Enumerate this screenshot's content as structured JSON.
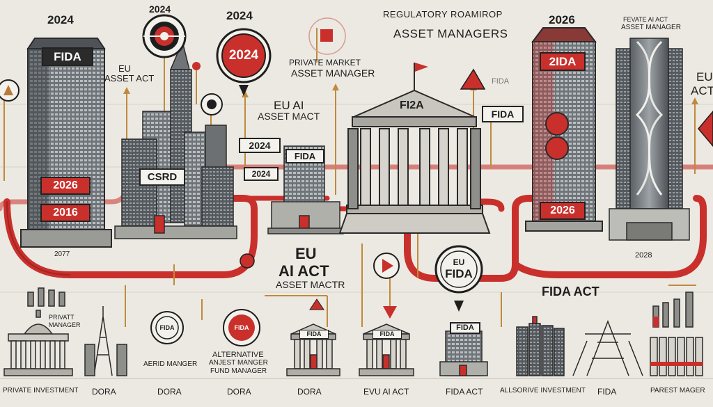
{
  "header": {
    "title_line1": "REGULATORY ROAMIROP",
    "title_line2": "ASSET MANAGERS"
  },
  "years": {
    "top_left": "2024",
    "top_center_left": "2024",
    "top_center": "2024",
    "top_right": "2026",
    "badge_2024": "2024",
    "tag_2024_a": "2024",
    "tag_2024_b": "2024",
    "tower_left_2026": "2026",
    "tower_left_2016": "2016",
    "path_2077": "2077",
    "tower_right_2026": "2026",
    "path_2028": "2028"
  },
  "labels": {
    "eu_asset_act_line1": "EU",
    "eu_asset_act_line2": "ASSET ACT",
    "private_market_line1": "PRIVATE MARKET",
    "private_market_line2": "ASSET MANAGER",
    "eu_ai_asset_mact_line1": "EU AI",
    "eu_ai_asset_mact_line2": "ASSET MACT",
    "fevate_line1": "FEVATE AI ACT",
    "fevate_line2": "ASSET MANAGER",
    "eu_act_right_line1": "EU",
    "eu_act_right_line2": "ACT",
    "center_eu": "EU",
    "center_ai_act": "AI ACT",
    "center_asset_mactr": "ASSET MACTR",
    "fida_act_right": "FIDA ACT",
    "fida_small_tag": "FIDA",
    "privatt_manager_line1": "PRIVATT",
    "privatt_manager_line2": "MANAGER",
    "alternative_line1": "ALTERNATIVE",
    "alternative_line2": "ANJEST MANGER",
    "alternative_line3": "FUND MANAGER",
    "aerid_manger": "AERID MANGER"
  },
  "tags": {
    "fida_tower_left": "FIDA",
    "csrd": "CSRD",
    "fida_small_building": "FIDA",
    "fida_temple": "FI2A",
    "fida_tower_right": "2IDA",
    "fida_right_tag": "FIDA",
    "fida_bottom_center": "FIDA",
    "fida_bottom_bank1": "FIDA",
    "fida_bottom_bank2": "FIDA"
  },
  "badges": {
    "eu_fida_line1": "EU",
    "eu_fida_line2": "FIDA",
    "fida_small_badge": "FIDA",
    "fida_red_badge": "FIDA"
  },
  "bottom_row": [
    "PRIVATE INVESTMENT",
    "DORA",
    "DORA",
    "DORA",
    "DORA",
    "EVU AI ACT",
    "FIDA ACT",
    "ALLSORIVE INVESTMENT",
    "FIDA",
    "PAREST MAGER"
  ],
  "colors": {
    "background": "#ece9e2",
    "accent_red": "#c9302c",
    "ink": "#1e1e1e",
    "building_grey": "#8c8c8c"
  }
}
